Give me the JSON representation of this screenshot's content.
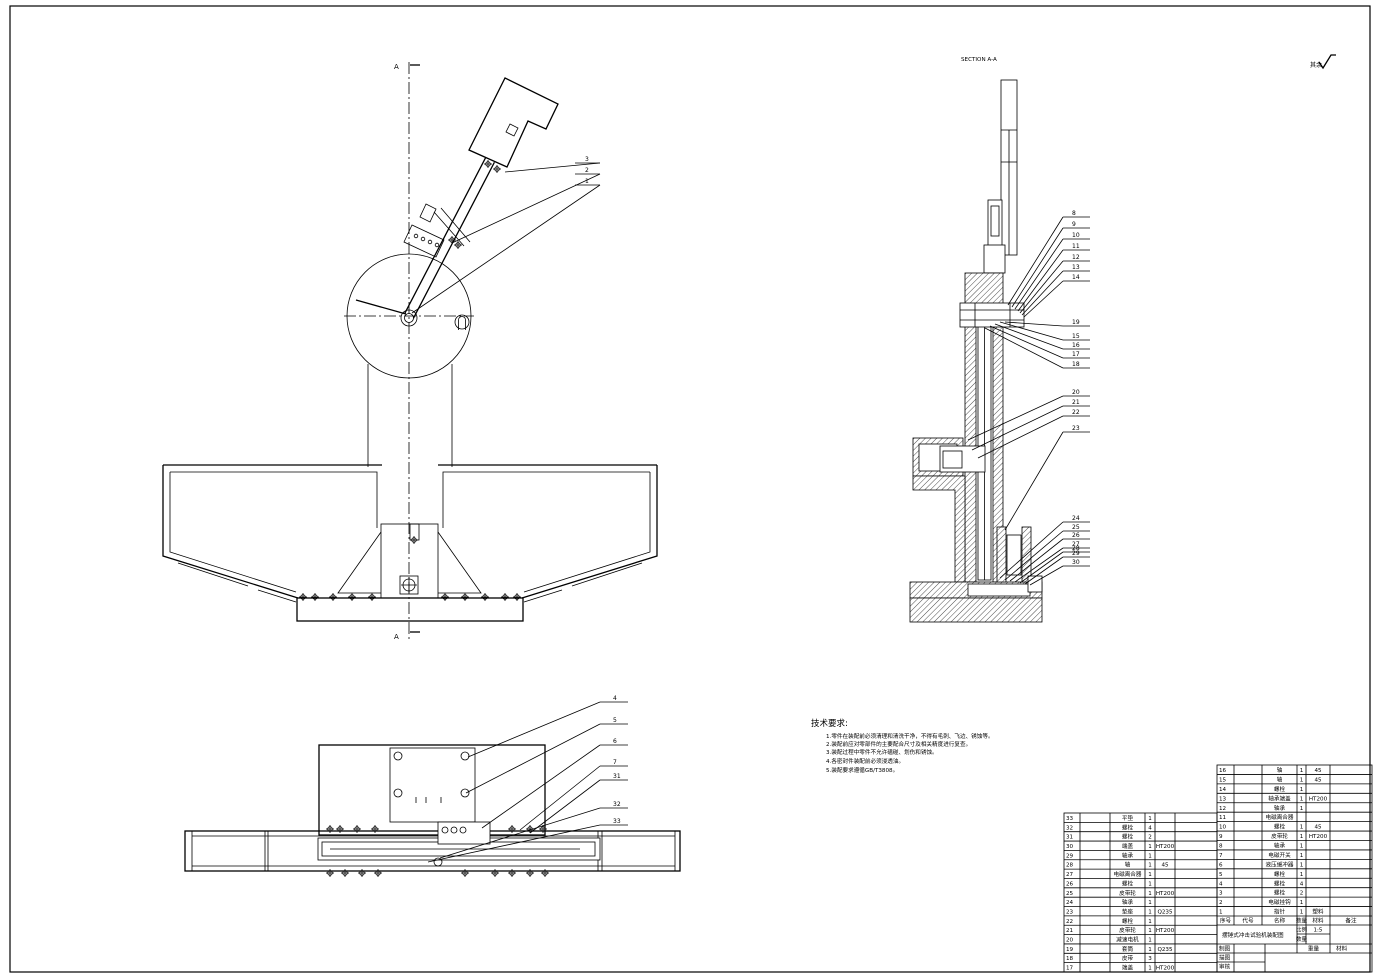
{
  "drawing": {
    "front_view": {
      "section_mark_top": "A",
      "section_mark_bottom": "A",
      "callouts": [
        "3",
        "2",
        "1"
      ]
    },
    "section_view": {
      "title": "SECTION A-A",
      "callouts": [
        "8",
        "9",
        "10",
        "11",
        "12",
        "13",
        "14",
        "19",
        "15",
        "16",
        "17",
        "18",
        "20",
        "21",
        "22",
        "23",
        "24",
        "25",
        "26",
        "27",
        "28",
        "29",
        "30"
      ]
    },
    "bottom_view": {
      "callouts": [
        "4",
        "5",
        "6",
        "7",
        "31",
        "32",
        "33"
      ]
    },
    "surface_roughness": {
      "label": "其余",
      "symbol": "roughness-check-icon"
    }
  },
  "technical_requirements": {
    "title": "技术要求:",
    "items": [
      "1.零件在装配前必须清理和清洗干净，不得有毛刺、飞边、锈蚀等。",
      "2.装配前应对零部件的主要配合尺寸及相关精度进行复查。",
      "3.装配过程中零件不允许磕碰、划伤和锈蚀。",
      "4.各密封件装配前必须浸透油。",
      "5.装配要求遵循GB/T3808。"
    ]
  },
  "bom": {
    "columns": [
      "序号",
      "代号",
      "名称",
      "数量",
      "材料",
      "备注"
    ],
    "right_rows": [
      {
        "no": "16",
        "name": "轴",
        "qty": "1",
        "material": "45"
      },
      {
        "no": "15",
        "name": "轴",
        "qty": "1",
        "material": "45"
      },
      {
        "no": "14",
        "name": "螺栓",
        "qty": "1"
      },
      {
        "no": "13",
        "name": "轴承端盖",
        "qty": "1",
        "material": "HT200"
      },
      {
        "no": "12",
        "name": "轴承",
        "qty": "1"
      },
      {
        "no": "11",
        "name": "电磁离合器"
      },
      {
        "no": "10",
        "name": "螺栓",
        "qty": "1",
        "material": "45"
      },
      {
        "no": "9",
        "name": "皮带轮",
        "qty": "1",
        "material": "HT200"
      },
      {
        "no": "8",
        "name": "轴承",
        "qty": "1"
      },
      {
        "no": "7",
        "name": "电磁开关",
        "qty": "1"
      },
      {
        "no": "6",
        "name": "液压缓冲器",
        "qty": "1"
      },
      {
        "no": "5",
        "name": "螺栓",
        "qty": "1"
      },
      {
        "no": "4",
        "name": "螺栓",
        "qty": "4"
      },
      {
        "no": "3",
        "name": "螺栓",
        "qty": "2"
      },
      {
        "no": "2",
        "name": "电磁挂钩",
        "qty": "1"
      },
      {
        "no": "1",
        "name": "指针",
        "qty": "1",
        "material": "塑料"
      }
    ],
    "left_rows": [
      {
        "no": "33",
        "name": "平垫",
        "qty": "1"
      },
      {
        "no": "32",
        "name": "螺栓",
        "qty": "4"
      },
      {
        "no": "31",
        "name": "螺栓",
        "qty": "2"
      },
      {
        "no": "30",
        "name": "端盖",
        "qty": "1",
        "material": "HT200"
      },
      {
        "no": "29",
        "name": "轴承",
        "qty": "1"
      },
      {
        "no": "28",
        "name": "轴",
        "qty": "1",
        "material": "45"
      },
      {
        "no": "27",
        "name": "电磁离合器",
        "qty": "1"
      },
      {
        "no": "26",
        "name": "螺栓",
        "qty": "1"
      },
      {
        "no": "25",
        "name": "皮带轮",
        "qty": "1",
        "material": "HT200"
      },
      {
        "no": "24",
        "name": "轴承",
        "qty": "1"
      },
      {
        "no": "23",
        "name": "垫座",
        "qty": "1",
        "material": "Q235"
      },
      {
        "no": "22",
        "name": "螺栓",
        "qty": "1"
      },
      {
        "no": "21",
        "name": "皮带轮",
        "qty": "1",
        "material": "HT200"
      },
      {
        "no": "20",
        "name": "减速电机",
        "qty": "1"
      },
      {
        "no": "19",
        "name": "套筒",
        "qty": "1",
        "material": "Q235"
      },
      {
        "no": "18",
        "name": "皮带",
        "qty": "3"
      },
      {
        "no": "17",
        "name": "端盖",
        "qty": "1",
        "material": "HT200"
      }
    ]
  },
  "title_block": {
    "drawing_title": "摆锤式冲击试验机装配图",
    "scale_label": "比例",
    "scale": "1:5",
    "quantity_label": "数量",
    "weight_label": "重量",
    "material_label": "材料",
    "signatures": [
      "制图",
      "描图",
      "审核"
    ]
  }
}
